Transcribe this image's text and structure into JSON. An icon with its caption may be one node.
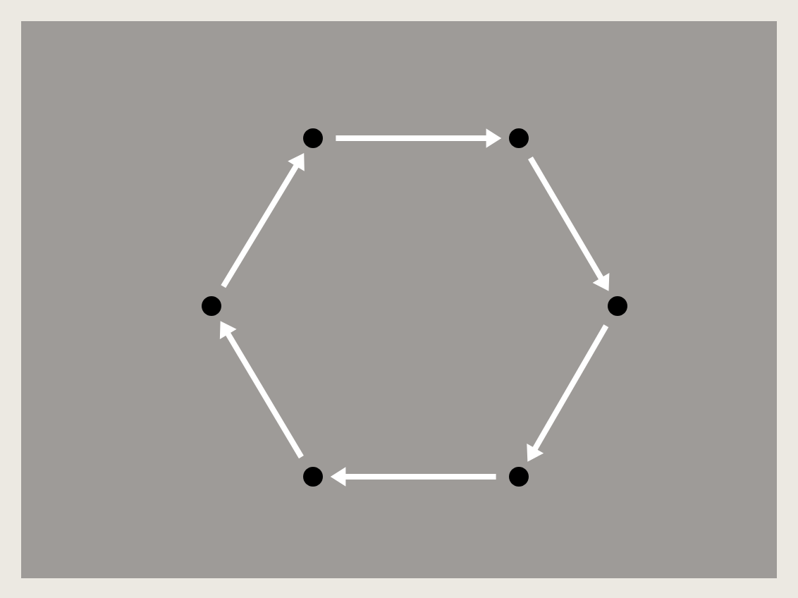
{
  "diagram": {
    "nodes": [
      {
        "text": [],
        "shape": "circle"
      },
      {
        "text": [],
        "shape": "circle"
      },
      {
        "text": [],
        "shape": "circle"
      },
      {
        "text": [],
        "shape": "circle"
      },
      {
        "text": [],
        "shape": "circle"
      },
      {
        "text": [],
        "shape": "circle"
      }
    ],
    "edges": [
      {
        "from": 0,
        "to": 1,
        "arrow": "to"
      },
      {
        "from": 1,
        "to": 3,
        "arrow": "to"
      },
      {
        "from": 3,
        "to": 5,
        "arrow": "to"
      },
      {
        "from": 5,
        "to": 4,
        "arrow": "to"
      },
      {
        "from": 4,
        "to": 2,
        "arrow": "to"
      },
      {
        "from": 2,
        "to": 0,
        "arrow": "to"
      }
    ]
  }
}
